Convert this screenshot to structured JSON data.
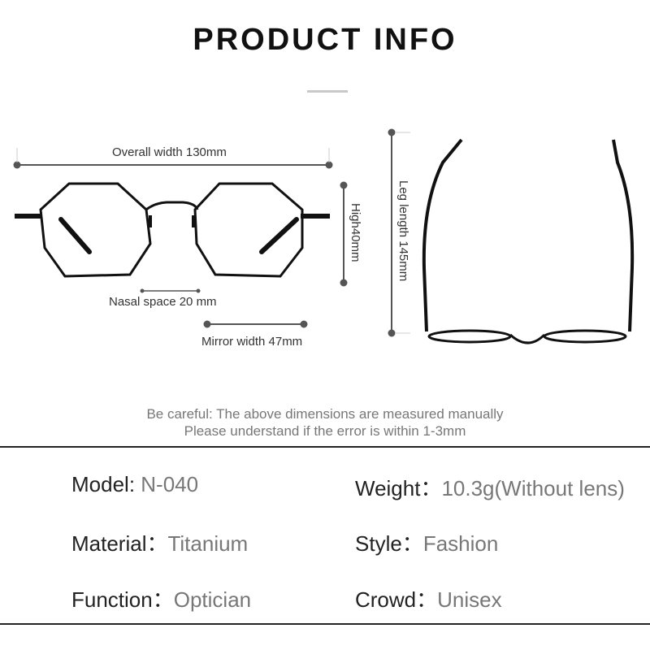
{
  "header": {
    "title": "PRODUCT INFO"
  },
  "dimensions": {
    "overall_width": "Overall width 130mm",
    "high": "High40mm",
    "nasal_space": "Nasal space 20 mm",
    "mirror_width": "Mirror width 47mm",
    "leg_length": "Leg length 145mm"
  },
  "notes": {
    "line1": "Be careful: The above dimensions are measured manually",
    "line2": "Please understand if the error is within 1-3mm"
  },
  "specs": [
    {
      "label": "Model: ",
      "value": "N-040"
    },
    {
      "label": "Weight：",
      "value": "10.3g(Without lens)"
    },
    {
      "label": "Material：",
      "value": "Titanium"
    },
    {
      "label": "Style：",
      "value": "Fashion"
    },
    {
      "label": "Function：",
      "value": "Optician"
    },
    {
      "label": "Crowd：",
      "value": "Unisex"
    }
  ]
}
